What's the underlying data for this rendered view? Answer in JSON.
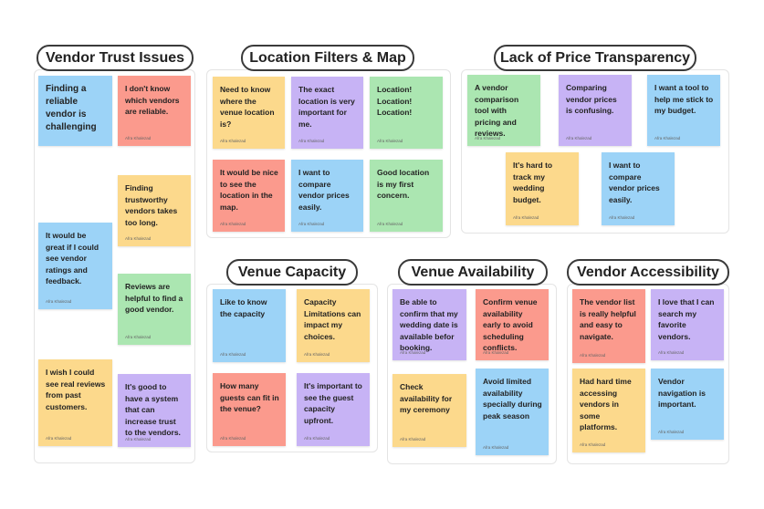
{
  "author": "Afra Khalezad",
  "colors": {
    "blue": "#9cd3f7",
    "red": "#fb9a8d",
    "yellow": "#fcd98c",
    "green": "#abe6b1",
    "purple": "#c7b3f5"
  },
  "clusters": {
    "vendor_trust": {
      "title": "Vendor Trust Issues",
      "notes": [
        {
          "text": "Finding a reliable vendor is challenging",
          "color": "blue"
        },
        {
          "text": "I don't know which vendors are reliable.",
          "color": "red"
        },
        {
          "text": "Finding trustworthy vendors takes too long.",
          "color": "yellow"
        },
        {
          "text": "It would be great if I could see vendor ratings and feedback.",
          "color": "blue"
        },
        {
          "text": "Reviews are helpful to find a good vendor.",
          "color": "green"
        },
        {
          "text": "I wish I could see real reviews from past customers.",
          "color": "yellow"
        },
        {
          "text": "It's good to have a system that can increase trust to the vendors.",
          "color": "purple"
        }
      ]
    },
    "location": {
      "title": "Location Filters & Map",
      "notes": [
        {
          "text": "Need to know where the venue location is?",
          "color": "yellow"
        },
        {
          "text": "The exact location is very important for me.",
          "color": "purple"
        },
        {
          "text": "Location! Location! Location!",
          "color": "green"
        },
        {
          "text": "It would be nice to see the location in the map.",
          "color": "red"
        },
        {
          "text": "I want to compare vendor prices easily.",
          "color": "blue"
        },
        {
          "text": "Good location is my first concern.",
          "color": "green"
        }
      ]
    },
    "price": {
      "title": "Lack of Price Transparency",
      "notes": [
        {
          "text": "A vendor comparison tool with pricing and reviews.",
          "color": "green"
        },
        {
          "text": "Comparing vendor prices is confusing.",
          "color": "purple"
        },
        {
          "text": "I want a tool to help me stick to my budget.",
          "color": "blue"
        },
        {
          "text": "It's hard to track my wedding budget.",
          "color": "yellow"
        },
        {
          "text": "I want to compare vendor prices easily.",
          "color": "blue"
        }
      ]
    },
    "capacity": {
      "title": "Venue Capacity",
      "notes": [
        {
          "text": "Like to know the capacity",
          "color": "blue"
        },
        {
          "text": "Capacity Limitations can impact my choices.",
          "color": "yellow"
        },
        {
          "text": "How many guests can fit in the venue?",
          "color": "red"
        },
        {
          "text": "It's important to see the guest capacity upfront.",
          "color": "purple"
        }
      ]
    },
    "availability": {
      "title": "Venue Availability",
      "notes": [
        {
          "text": "Be able to confirm that my wedding date is available befor booking.",
          "color": "purple"
        },
        {
          "text": "Confirm venue availability early to avoid scheduling conflicts.",
          "color": "red"
        },
        {
          "text": "Check availability for my ceremony",
          "color": "yellow"
        },
        {
          "text": "Avoid limited availability specially during peak season",
          "color": "blue"
        }
      ]
    },
    "accessibility": {
      "title": "Vendor Accessibility",
      "notes": [
        {
          "text": "The vendor list is really helpful and easy to navigate.",
          "color": "red"
        },
        {
          "text": "I love that I can search my favorite vendors.",
          "color": "purple"
        },
        {
          "text": "Had hard time accessing vendors in some platforms.",
          "color": "yellow"
        },
        {
          "text": "Vendor navigation is important.",
          "color": "blue"
        }
      ]
    }
  }
}
